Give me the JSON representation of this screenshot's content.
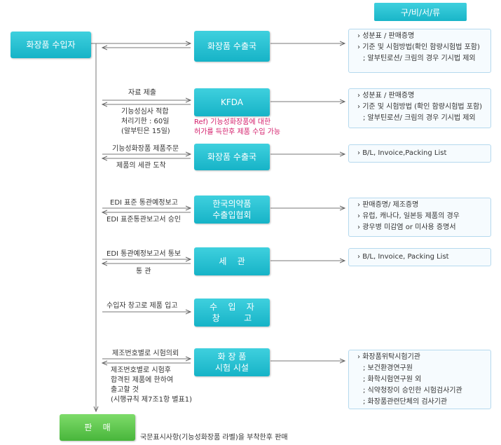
{
  "header": "구/비/서/류",
  "source_box": "화장품 수입자",
  "final_box": "판    매",
  "final_note": "국문표시사항(기능성화장품 라벨)을 부착한후 판매",
  "steps": [
    {
      "box_lines": [
        "화장품 수출국"
      ],
      "labels_above": [],
      "labels_below": [],
      "docs": [
        "성분표 / 판매증명",
        "기준 및 시험방법(확인 함량시험법 포함)",
        "; 알부틴로션/ 크림의 경우 기시법 제외"
      ]
    },
    {
      "box_lines": [
        "KFDA"
      ],
      "labels_above": [
        "자료 제출"
      ],
      "labels_below": [
        "기능성심사 적합",
        "처리기한 : 60일",
        "(알부틴은 15일)"
      ],
      "ref": [
        "Ref) 기능성화장품에 대한",
        "허가를 득한후 제품 수입 가능"
      ],
      "docs": [
        "성분표 / 판매증명",
        "기준 및 시험방법 (확인 함량시험법 포함)",
        "; 알부틴로션/ 크림의 경우 기시법 제외"
      ]
    },
    {
      "box_lines": [
        "화장품 수출국"
      ],
      "labels_above": [
        "기능성화장품 제품주문"
      ],
      "labels_below": [
        "제품의 세관 도착"
      ],
      "docs": [
        "B/L, Invoice,Packing List"
      ]
    },
    {
      "box_lines": [
        "한국의약품",
        "수출입협회"
      ],
      "labels_above": [
        "EDI 표준 통관예정보고"
      ],
      "labels_below": [
        "EDI 표준통관보고서 승인"
      ],
      "docs": [
        "판매증명/ 제조증명",
        "유럽, 캐나다, 일본등 제품의 경우",
        "광우병 미감염 or 미사용 증명서"
      ]
    },
    {
      "box_lines": [
        "세    관"
      ],
      "labels_above": [
        "EDI 통관예정보고서 통보"
      ],
      "labels_below": [
        "통    관"
      ],
      "docs": [
        "B/L, Invoice, Packing List"
      ]
    },
    {
      "box_lines": [
        "수    입    자",
        "창         고"
      ],
      "labels_above": [
        "수입자 창고로 제품 입고"
      ],
      "labels_below": [],
      "docs": []
    },
    {
      "box_lines": [
        "화 장 품",
        "시험 시설"
      ],
      "labels_above": [
        "제조번호별로 시험의뢰"
      ],
      "labels_below": [
        "제조번호별로 시험후",
        "합격된 제품에 한하여",
        "출고할 것",
        "(시행규칙 제7조1항 별표1)"
      ],
      "docs": [
        "화장품위탁시험기관",
        "; 보건환경연구원",
        "; 화학시험연구원 외",
        "; 식약청장이 승인한 시험검사기관",
        "; 화장품관련단체의 검사기관"
      ]
    }
  ]
}
